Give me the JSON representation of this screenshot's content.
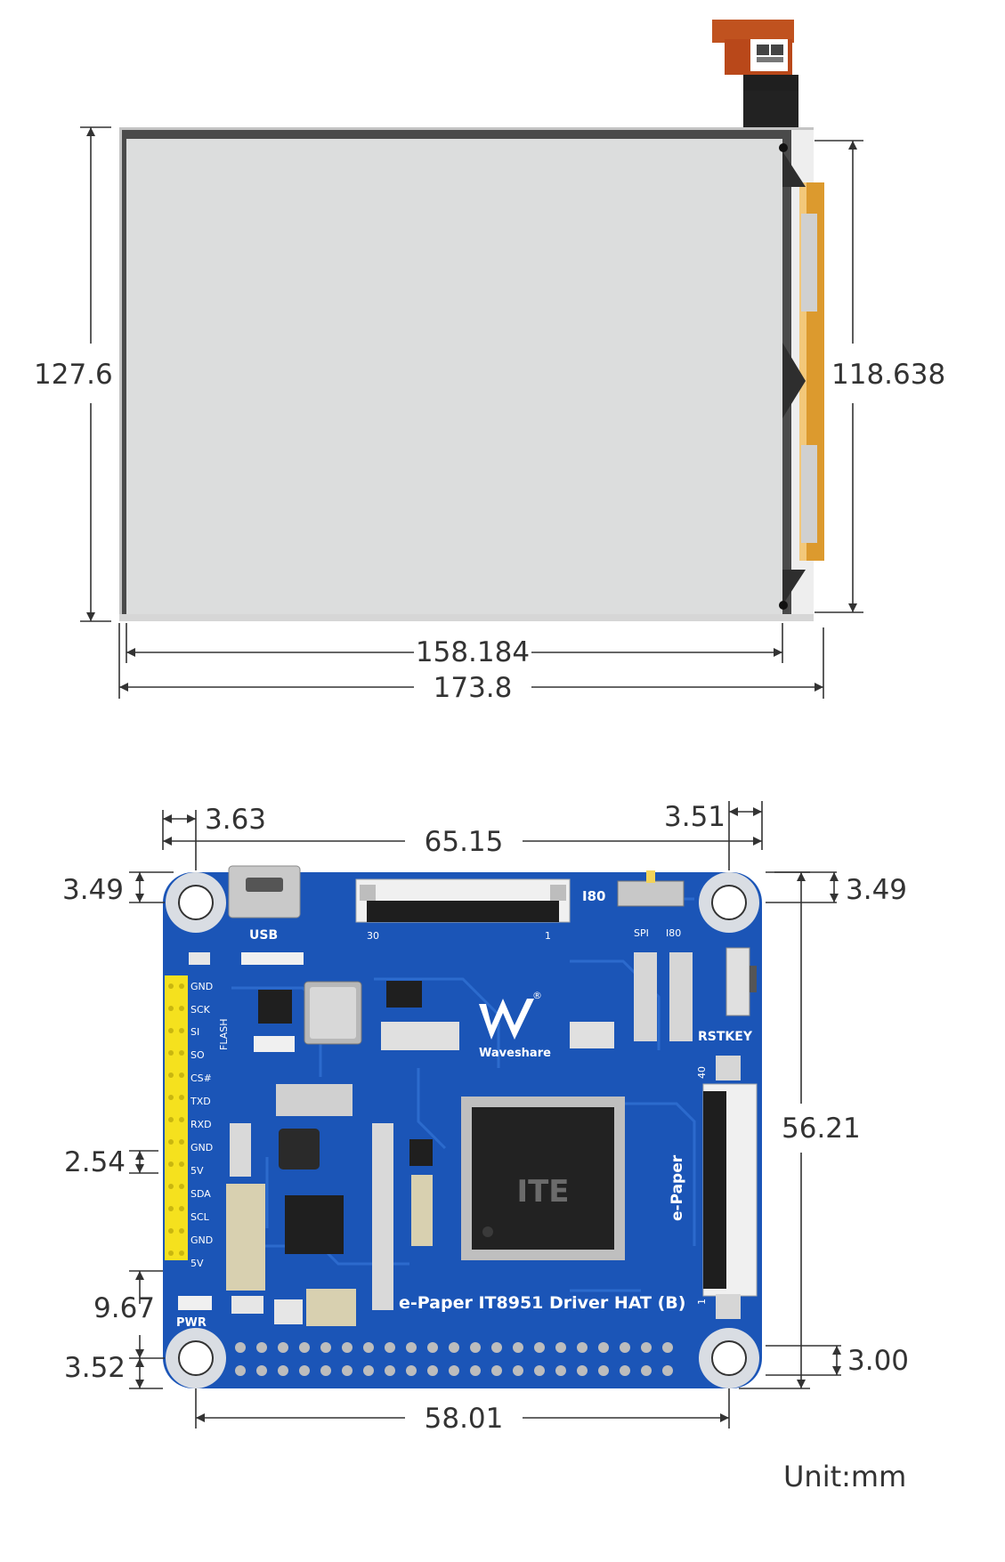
{
  "colors": {
    "pcb": "#1b55b7",
    "pcb_trace": "#2f6fd1",
    "header_pins": "#f5e11e",
    "screen": "#dcdddd",
    "frame": "#c4c4c4",
    "flex_cable": "#c0521f",
    "dimension_line": "#333333"
  },
  "display": {
    "dims": {
      "height_outer": "127.6",
      "height_active": "118.638",
      "width_active": "158.184",
      "width_outer": "173.8"
    }
  },
  "board": {
    "dims": {
      "hole_offset_left": "3.63",
      "hole_offset_right": "3.51",
      "hole_spacing_top": "65.15",
      "hole_offset_top_left": "3.49",
      "hole_offset_top_right": "3.49",
      "pin_pitch": "2.54",
      "header_offset": "9.67",
      "hole_offset_bottom_left": "3.52",
      "hole_offset_bottom_right": "3.00",
      "hole_spacing_vertical": "56.21",
      "hole_spacing_bottom": "58.01"
    },
    "silkscreen": {
      "usb": "USB",
      "i80": "I80",
      "conn_30": "30",
      "conn_1": "1",
      "spi": "SPI",
      "i80_small": "I80",
      "rstkey": "RSTKEY",
      "flash": "FLASH",
      "brand": "Waveshare",
      "conn_40": "40",
      "conn_1b": "1",
      "epaper": "e-Paper",
      "board_name": "e-Paper IT8951 Driver HAT (B)",
      "pwr": "PWR",
      "chip_brand": "ITE",
      "registered": "®",
      "pins": [
        "GND",
        "SCK",
        "SI",
        "SO",
        "CS#",
        "TXD",
        "RXD",
        "GND",
        "5V",
        "SDA",
        "SCL",
        "GND",
        "5V"
      ]
    }
  },
  "unit": "Unit:mm"
}
